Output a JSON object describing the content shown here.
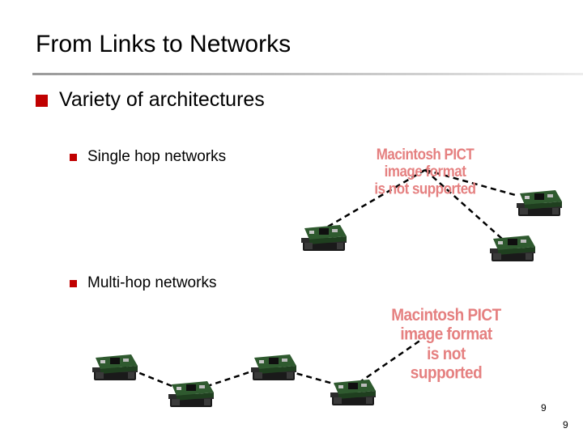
{
  "slide": {
    "title": "From Links to Networks",
    "bullet_main": "Variety of architectures",
    "sub_bullets": [
      "Single hop networks",
      "Multi-hop networks"
    ],
    "pict_placeholder_lines": [
      "Macintosh PICT",
      "image format",
      "is not supported"
    ],
    "page_number": "9",
    "page_number_footer": "9"
  },
  "colors": {
    "bullet": "#c00000",
    "pict_text": "#e58080"
  },
  "icons": [
    "sensor-mote-icon"
  ]
}
